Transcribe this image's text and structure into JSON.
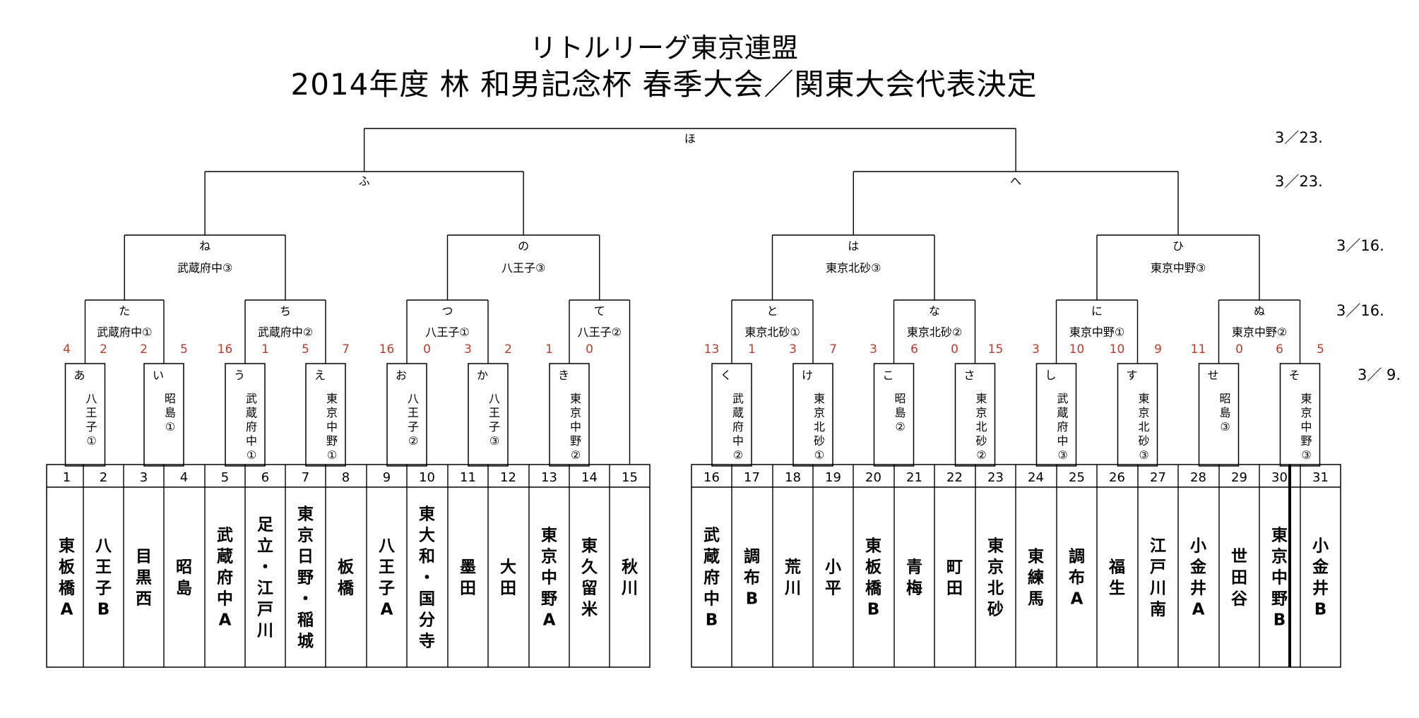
{
  "title_line1": "リトルリーグ東京連盟",
  "title_line2": "2014年度 林 和男記念杯 春季大会／関東大会代表決定",
  "dates": {
    "final": "3／23.",
    "semifinal": "3／23.",
    "quarterfinal": "3／16.",
    "round_of_16": "3／16.",
    "first_round": "3／ 9."
  },
  "teams": [
    "東板橋A",
    "八王子B",
    "目黒西",
    "昭島",
    "武蔵府中A",
    "足立・江戸川",
    "東京日野・稲城",
    "板橋",
    "八王子A",
    "東大和・国分寺",
    "墨田",
    "大田",
    "東京中野A",
    "東久留米",
    "秋川",
    "武蔵府中B",
    "調布B",
    "荒川",
    "小平",
    "東板橋B",
    "青梅",
    "町田",
    "東京北砂",
    "東練馬",
    "調布A",
    "福生",
    "江戸川南",
    "小金井A",
    "世田谷",
    "東京中野B",
    "小金井B"
  ],
  "r1": [
    {
      "kana": "あ",
      "winner": "八王子①",
      "s1": "4",
      "s2": "2"
    },
    {
      "kana": "い",
      "winner": "昭島①",
      "s1": "2",
      "s2": "5"
    },
    {
      "kana": "う",
      "winner": "武蔵府中①",
      "s1": "16",
      "s2": "1"
    },
    {
      "kana": "え",
      "winner": "東京中野①",
      "s1": "5",
      "s2": "7"
    },
    {
      "kana": "お",
      "winner": "八王子②",
      "s1": "16",
      "s2": "0"
    },
    {
      "kana": "か",
      "winner": "八王子③",
      "s1": "3",
      "s2": "2"
    },
    {
      "kana": "き",
      "winner": "東京中野②",
      "s1": "1",
      "s2": "0"
    },
    {
      "kana": "く",
      "winner": "武蔵府中②",
      "s1": "13",
      "s2": "1"
    },
    {
      "kana": "け",
      "winner": "東京北砂①",
      "s1": "3",
      "s2": "7"
    },
    {
      "kana": "こ",
      "winner": "昭島②",
      "s1": "3",
      "s2": "6"
    },
    {
      "kana": "さ",
      "winner": "東京北砂②",
      "s1": "0",
      "s2": "15"
    },
    {
      "kana": "し",
      "winner": "武蔵府中③",
      "s1": "3",
      "s2": "10"
    },
    {
      "kana": "す",
      "winner": "東京北砂③",
      "s1": "10",
      "s2": "9"
    },
    {
      "kana": "せ",
      "winner": "昭島③",
      "s1": "11",
      "s2": "0"
    },
    {
      "kana": "そ",
      "winner": "東京中野③",
      "s1": "6",
      "s2": "5"
    }
  ],
  "r2": [
    {
      "kana": "た",
      "winner": "武蔵府中①"
    },
    {
      "kana": "ち",
      "winner": "武蔵府中②"
    },
    {
      "kana": "つ",
      "winner": "八王子①"
    },
    {
      "kana": "て",
      "winner": "八王子②"
    },
    {
      "kana": "と",
      "winner": "東京北砂①"
    },
    {
      "kana": "な",
      "winner": "東京北砂②"
    },
    {
      "kana": "に",
      "winner": "東京中野①"
    },
    {
      "kana": "ぬ",
      "winner": "東京中野②"
    }
  ],
  "r3": [
    {
      "kana": "ね",
      "winner": "武蔵府中③"
    },
    {
      "kana": "の",
      "winner": "八王子③"
    },
    {
      "kana": "は",
      "winner": "東京北砂③"
    },
    {
      "kana": "ひ",
      "winner": "東京中野③"
    }
  ],
  "r4": [
    {
      "kana": "ふ"
    },
    {
      "kana": "へ"
    }
  ],
  "r5": [
    {
      "kana": "ほ"
    }
  ]
}
